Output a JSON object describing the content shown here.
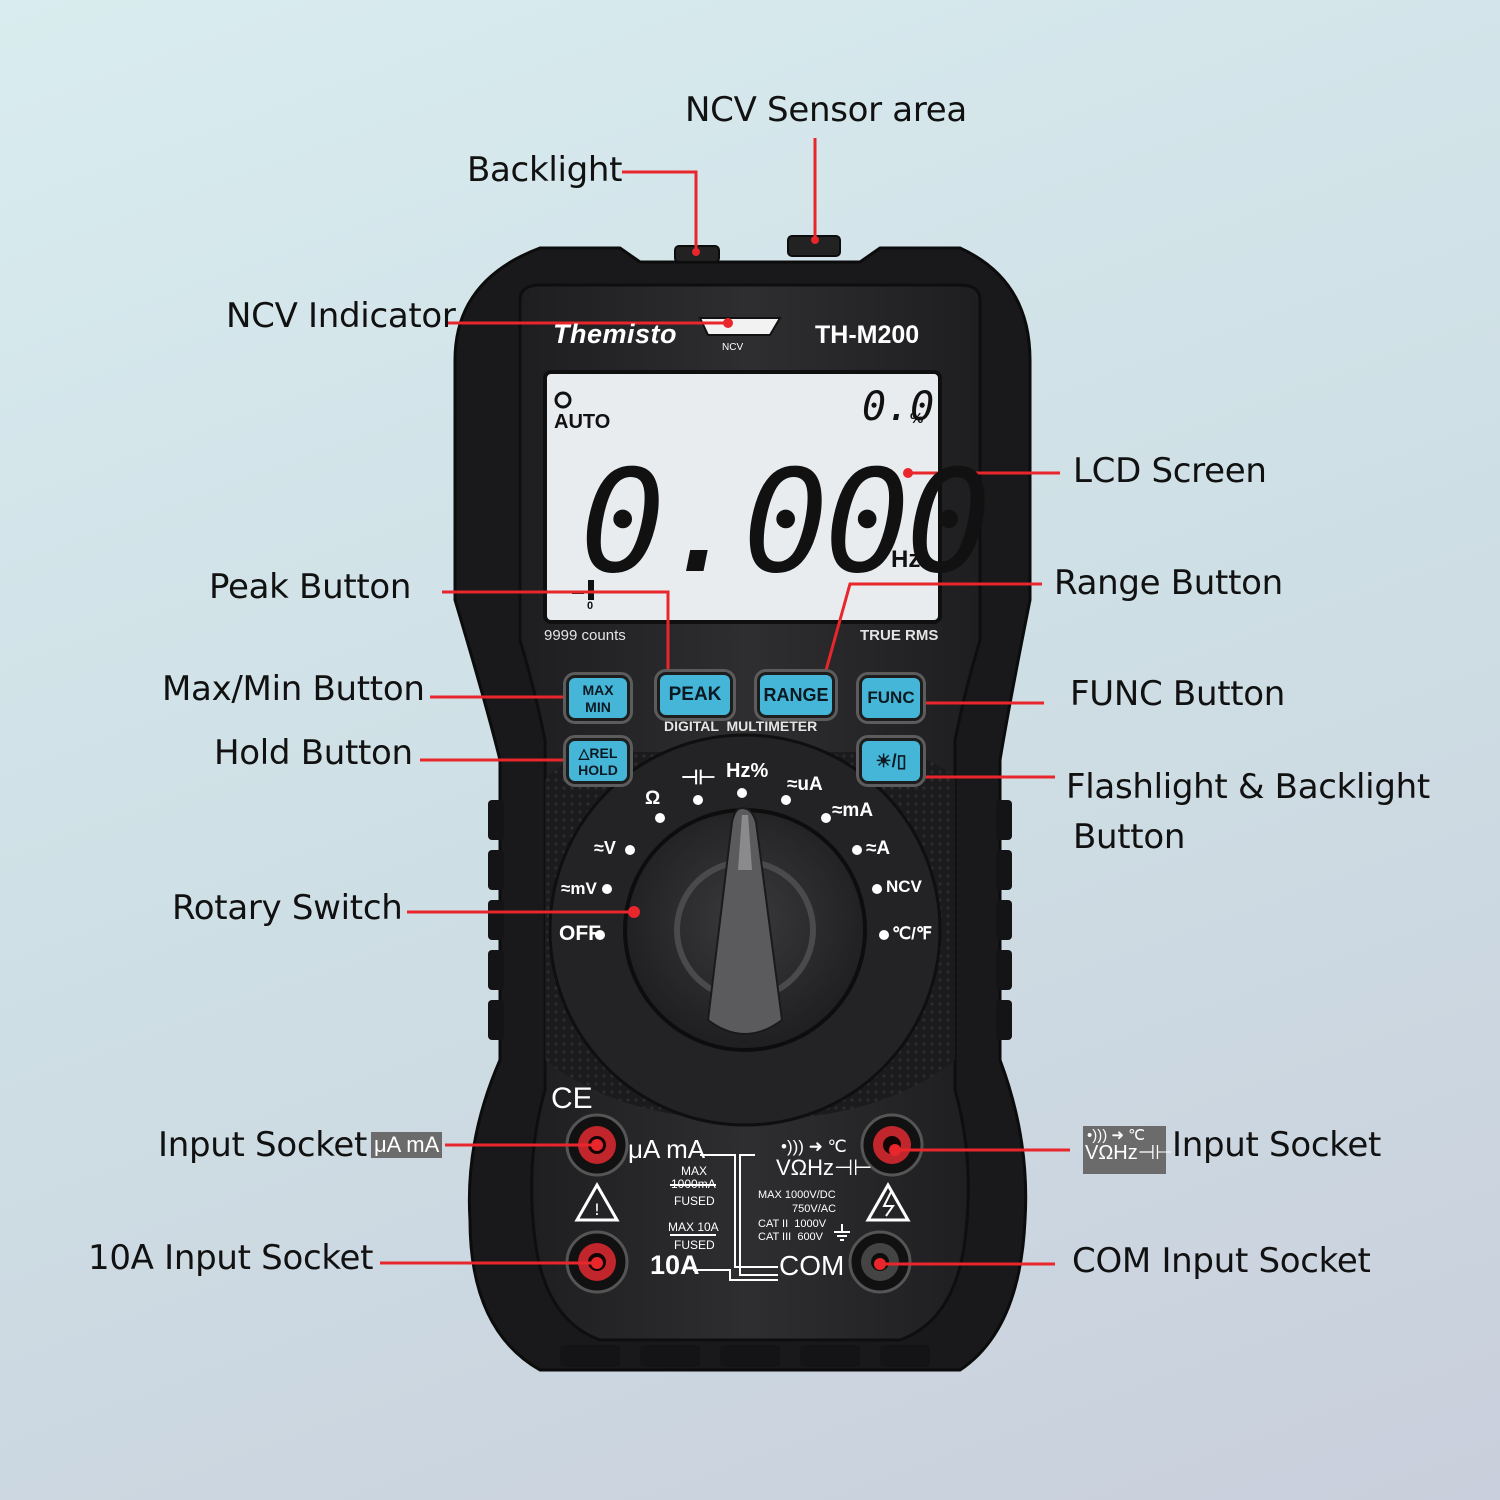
{
  "colors": {
    "leader_line": "#e8262b",
    "button_blue": "#45b6d8",
    "body_dark": "#2b2b2d",
    "lcd_background": "#e9ecef"
  },
  "device": {
    "brand": "Themisto",
    "model": "TH-M200",
    "ncv_label": "NCV",
    "lcd": {
      "auto": "AUTO",
      "reading": "0.000",
      "duty_reading": "0.0",
      "duty_unit": "%",
      "unit": "Hz",
      "bar_zero": "0"
    },
    "counts": "9999 counts",
    "true_rms": "TRUE RMS",
    "subtitle": "DIGITAL  MULTIMETER",
    "buttons": {
      "max": "MAX",
      "min": "MIN",
      "peak": "PEAK",
      "range": "RANGE",
      "func": "FUNC",
      "rel": "REL",
      "hold": "HOLD"
    },
    "dial_positions": [
      "OFF",
      "≈mV",
      "≈V",
      "Ω",
      "⊣⊢",
      "Hz%",
      "≈uA",
      "≈mA",
      "≈A",
      "NCV",
      "℃/℉"
    ],
    "sockets": {
      "ua_ma": "μA mA",
      "max_1000ma": "MAX",
      "max_1000ma_value": "1000mA",
      "fused": "FUSED",
      "max_10a": "MAX 10A",
      "ten_a": "10A",
      "com": "COM",
      "v_symbols_top": "•))) ➜ ℃",
      "v_symbols": "VΩHz⊣⊢",
      "max_rating_1": "MAX 1000V/DC",
      "max_rating_2": "750V/AC",
      "cat_1": "CAT II  1000V",
      "cat_2": "CAT III  600V",
      "ce": "CE"
    }
  },
  "callouts": {
    "ncv_sensor_area": "NCV Sensor area",
    "backlight": "Backlight",
    "ncv_indicator": "NCV Indicator",
    "lcd_screen": "LCD Screen",
    "peak_button": "Peak Button",
    "range_button": "Range Button",
    "max_min_button": "Max/Min Button",
    "func_button": "FUNC Button",
    "hold_button": "Hold Button",
    "flashlight_backlight_button_1": "Flashlight & Backlight",
    "flashlight_backlight_button_2": "Button",
    "rotary_switch": "Rotary Switch",
    "input_socket_ua_ma": "Input Socket",
    "input_socket_ua_ma_symbol": "μA mA",
    "input_socket_v": "Input Socket",
    "input_socket_v_symbol_top": "•))) ➜ ℃",
    "input_socket_v_symbol": "VΩHz⊣⊢",
    "ten_a_input_socket": "10A Input Socket",
    "com_input_socket": "COM Input Socket"
  }
}
